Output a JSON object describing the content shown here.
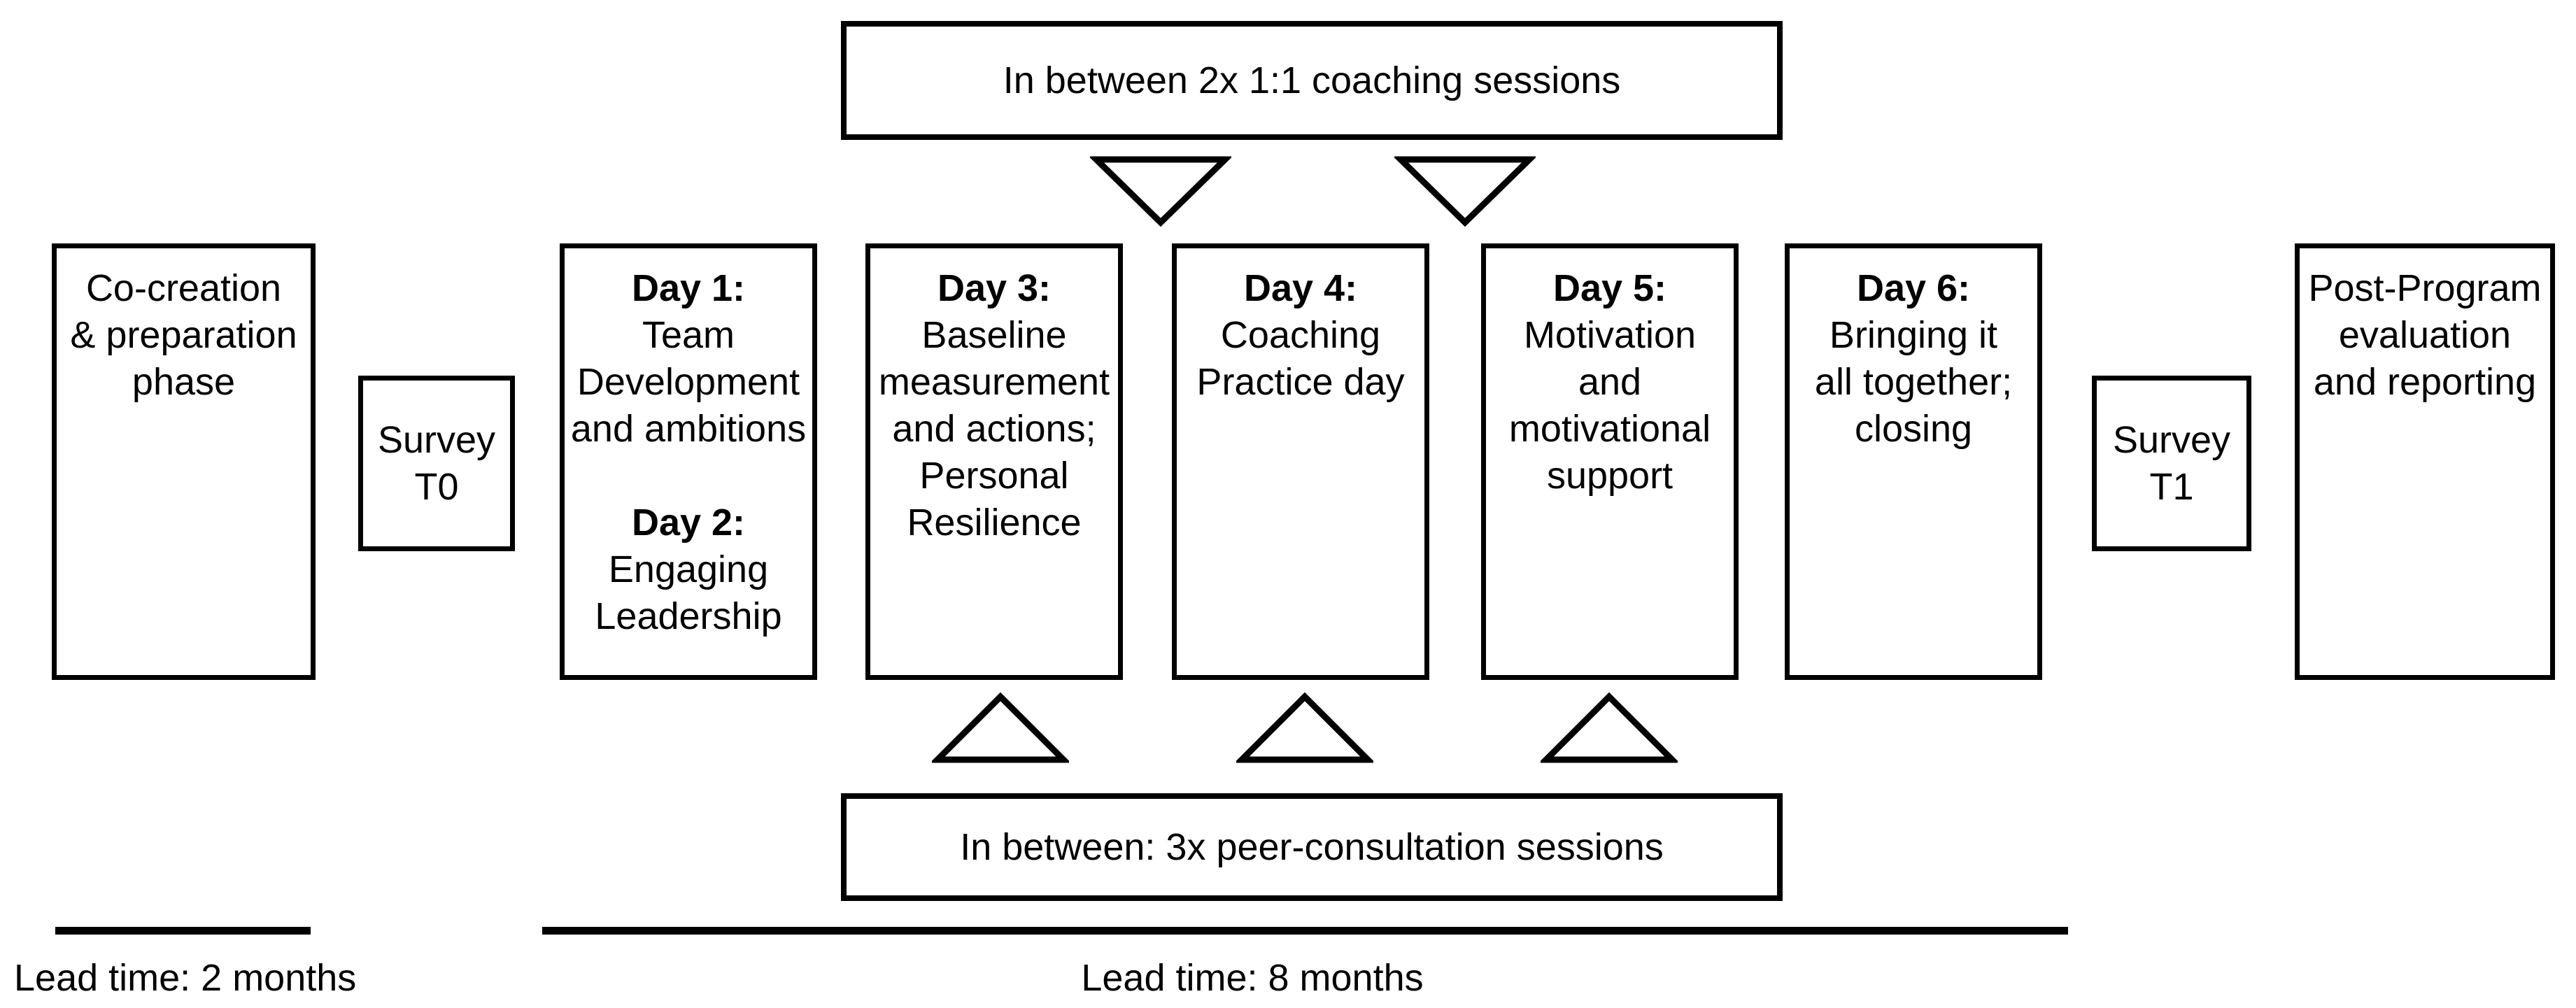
{
  "figure": {
    "top_banner": "In between 2x 1:1 coaching sessions",
    "bottom_banner": "In between: 3x peer-consultation sessions",
    "lead_time_left": "Lead time: 2 months",
    "lead_time_right": "Lead time: 8 months",
    "colors": {
      "line": "#000000",
      "background": "#ffffff"
    }
  },
  "boxes": {
    "cocreation": {
      "lines": [
        "Co-creation",
        "& preparation",
        "phase"
      ]
    },
    "survey_t0": {
      "lines": [
        "Survey",
        "T0"
      ]
    },
    "day12": {
      "day1_heading": "Day 1:",
      "day1_lines": [
        "Team",
        "Development",
        "and ambitions"
      ],
      "day2_heading": "Day 2:",
      "day2_lines": [
        "Engaging",
        "Leadership"
      ]
    },
    "day3": {
      "heading": "Day 3:",
      "lines": [
        "Baseline",
        "measurement",
        "and actions;",
        "Personal",
        "Resilience"
      ]
    },
    "day4": {
      "heading": "Day 4:",
      "lines": [
        "Coaching",
        "Practice day"
      ]
    },
    "day5": {
      "heading": "Day 5:",
      "lines": [
        "Motivation",
        "and",
        "motivational",
        "support"
      ]
    },
    "day6": {
      "heading": "Day 6:",
      "lines": [
        "Bringing it",
        "all together;",
        "closing"
      ]
    },
    "survey_t1": {
      "lines": [
        "Survey",
        "T1"
      ]
    },
    "postprogram": {
      "lines": [
        "Post-Program",
        "evaluation",
        "and reporting"
      ]
    }
  }
}
